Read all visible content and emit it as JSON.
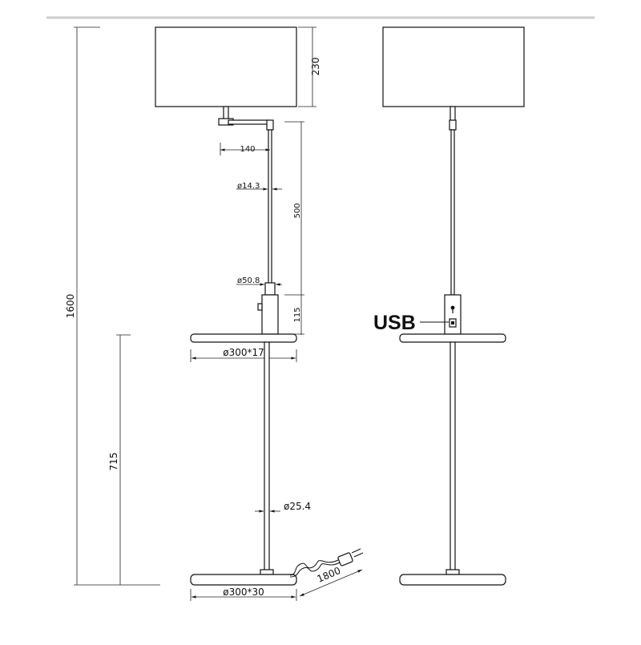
{
  "figure": {
    "labels": {
      "total_height": "1600",
      "shade_height": "230",
      "arm_length": "140",
      "arm_tube_dia": "ø14.3",
      "upper_stem_height": "500",
      "socket_dia": "ø50.8",
      "box_height": "115",
      "tray": "ø300*17",
      "table_height": "715",
      "pole_dia": "ø25.4",
      "cable_length": "1800",
      "base": "ø300*30",
      "usb": "USB"
    }
  }
}
